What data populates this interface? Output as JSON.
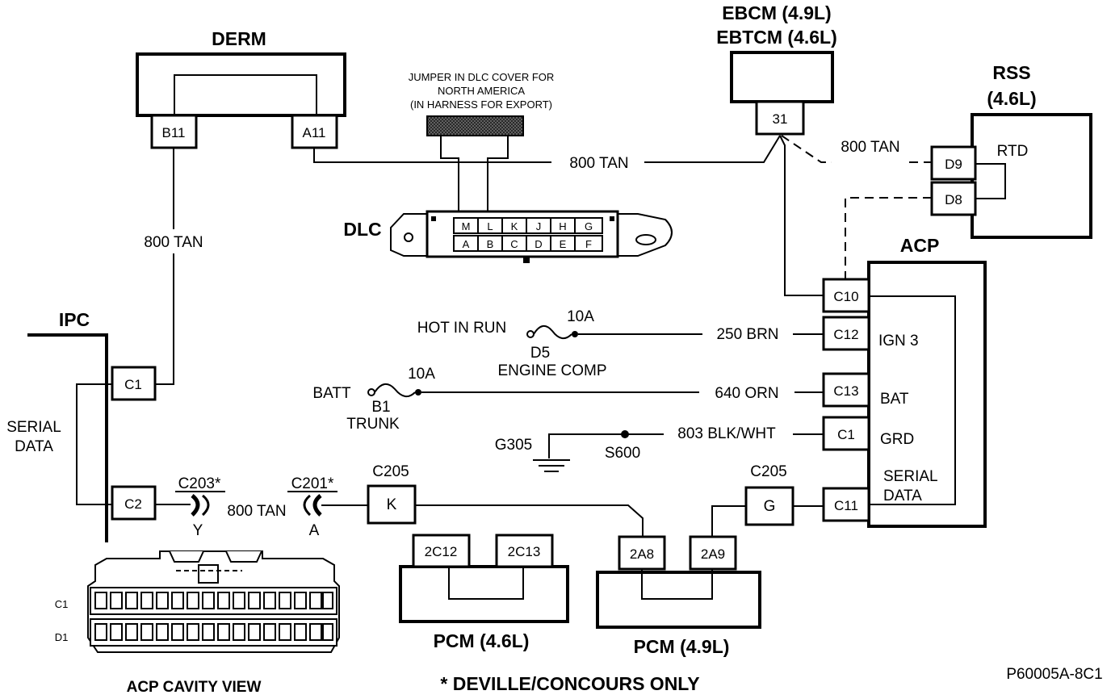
{
  "components": {
    "derm": {
      "title": "DERM",
      "pins": [
        "B11",
        "A11"
      ]
    },
    "ebcm": {
      "title_line1": "EBCM (4.9L)",
      "title_line2": "EBTCM (4.6L)",
      "pin": "31"
    },
    "rss": {
      "title_line1": "RSS",
      "title_line2": "(4.6L)",
      "inner": "RTD",
      "pins": [
        "D9",
        "D8"
      ]
    },
    "dlc": {
      "title": "DLC",
      "note_line1": "JUMPER IN DLC COVER FOR",
      "note_line2": "NORTH  AMERICA",
      "note_line3": "(IN HARNESS FOR EXPORT)",
      "top_row": [
        "M",
        "L",
        "K",
        "J",
        "H",
        "G"
      ],
      "bottom_row": [
        "A",
        "B",
        "C",
        "D",
        "E",
        "F"
      ]
    },
    "ipc": {
      "title": "IPC",
      "pins": [
        "C1",
        "C2"
      ],
      "serial_line1": "SERIAL",
      "serial_line2": "DATA"
    },
    "acp": {
      "title": "ACP",
      "pins": [
        "C10",
        "C12",
        "C13",
        "C1",
        "C11"
      ],
      "labels": [
        "IGN 3",
        "BAT",
        "GRD",
        "SERIAL",
        "DATA"
      ]
    },
    "pcm46": {
      "title": "PCM (4.6L)",
      "pins": [
        "2C12",
        "2C13"
      ]
    },
    "pcm49": {
      "title": "PCM (4.9L)",
      "pins": [
        "2A8",
        "2A9"
      ]
    },
    "acp_cavity": {
      "title": "ACP CAVITY VIEW",
      "row1": "C1",
      "row2": "D1"
    }
  },
  "wires": {
    "derm_ipc": "800 TAN",
    "dlc_ebcm": "800 TAN",
    "ebcm_rss": "800 TAN",
    "ign3": "250 BRN",
    "bat": "640 ORN",
    "grd": "803 BLK/WHT",
    "serial": "800 TAN"
  },
  "fuses": {
    "hot_in_run": {
      "source": "HOT IN RUN",
      "rating": "10A",
      "id": "D5",
      "name": "ENGINE COMP"
    },
    "batt": {
      "source": "BATT",
      "rating": "10A",
      "id": "B1",
      "name": "TRUNK"
    }
  },
  "connectors": {
    "c203": {
      "name": "C203*",
      "pin": "Y"
    },
    "c201": {
      "name": "C201*",
      "pin": "A"
    },
    "c205_k": {
      "name": "C205",
      "pin": "K"
    },
    "c205_g": {
      "name": "C205",
      "pin": "G"
    }
  },
  "grounds": {
    "ground": "G305",
    "splice": "S600"
  },
  "footer": {
    "note": "* DEVILLE/CONCOURS ONLY",
    "code": "P60005A-8C1"
  }
}
